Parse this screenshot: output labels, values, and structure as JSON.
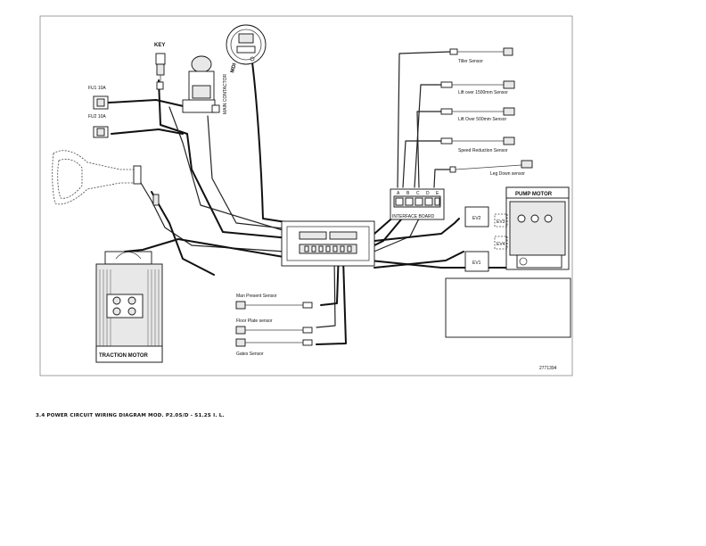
{
  "labels": {
    "key": "KEY",
    "fu1": "FU1 10A",
    "fu2": "FU2 10A",
    "main_contactor": "MAIN CONTACTOR",
    "mdi": "MDI",
    "tiller_sensor": "Tiller Sensor",
    "lift_1500": "Lift over 1500mm Sensor",
    "lift_500": "Lift Over 500mm Sensor",
    "speed_reduction": "Speed Reduction Sensor",
    "leg_down": "Leg Down sensor",
    "pump_motor": "PUMP MOTOR",
    "interface_board": "INTERFACE BOARD",
    "conn_a": "A",
    "conn_b": "B",
    "conn_c": "C",
    "conn_d": "D",
    "conn_e": "E",
    "ev1": "EV1",
    "ev2": "EV2",
    "ev3": "EV3",
    "ev4": "EV4",
    "man_present": "Man Present Sensor",
    "floor_plate": "Floor Plate sensor",
    "gates": "Gates Sensor",
    "traction_motor": "TRACTION MOTOR",
    "drawing_number": "2771394"
  },
  "caption": "3.4 POWER CIRCUIT WIRING DIAGRAM MOD. P2.0S/D - S1.2S I. L."
}
